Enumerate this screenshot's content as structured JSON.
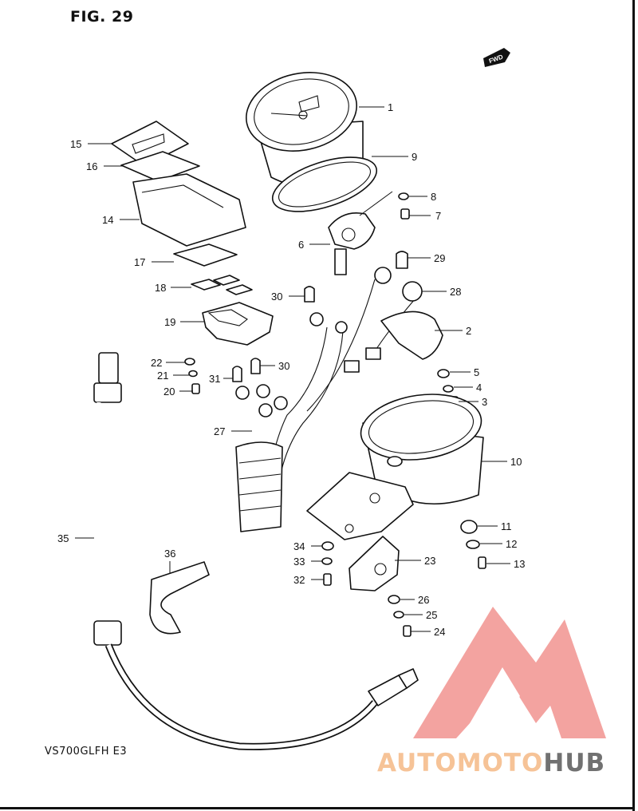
{
  "figure": {
    "title": "FIG. 29",
    "model": "VS700GLFH  E3",
    "fwd_badge": "FWD"
  },
  "parts": [
    {
      "id": "1",
      "label": "1"
    },
    {
      "id": "2",
      "label": "2"
    },
    {
      "id": "3",
      "label": "3"
    },
    {
      "id": "4",
      "label": "4"
    },
    {
      "id": "5",
      "label": "5"
    },
    {
      "id": "6",
      "label": "6"
    },
    {
      "id": "7",
      "label": "7"
    },
    {
      "id": "8",
      "label": "8"
    },
    {
      "id": "9",
      "label": "9"
    },
    {
      "id": "10",
      "label": "10"
    },
    {
      "id": "11",
      "label": "11"
    },
    {
      "id": "12",
      "label": "12"
    },
    {
      "id": "13",
      "label": "13"
    },
    {
      "id": "14",
      "label": "14"
    },
    {
      "id": "15",
      "label": "15"
    },
    {
      "id": "16",
      "label": "16"
    },
    {
      "id": "17",
      "label": "17"
    },
    {
      "id": "18",
      "label": "18"
    },
    {
      "id": "19",
      "label": "19"
    },
    {
      "id": "20",
      "label": "20"
    },
    {
      "id": "21",
      "label": "21"
    },
    {
      "id": "22",
      "label": "22"
    },
    {
      "id": "23",
      "label": "23"
    },
    {
      "id": "24",
      "label": "24"
    },
    {
      "id": "25",
      "label": "25"
    },
    {
      "id": "26",
      "label": "26"
    },
    {
      "id": "27",
      "label": "27"
    },
    {
      "id": "28",
      "label": "28"
    },
    {
      "id": "29",
      "label": "29"
    },
    {
      "id": "30a",
      "label": "30"
    },
    {
      "id": "30b",
      "label": "30"
    },
    {
      "id": "31",
      "label": "31"
    },
    {
      "id": "32",
      "label": "32"
    },
    {
      "id": "33",
      "label": "33"
    },
    {
      "id": "34",
      "label": "34"
    },
    {
      "id": "35",
      "label": "35"
    },
    {
      "id": "36",
      "label": "36"
    }
  ],
  "watermark": {
    "text_light": "AUTOMOTO",
    "text_dark": "HUB",
    "color_light": "#f4b37a",
    "color_dark": "#4a4a4a",
    "logo_color": "#f08a86"
  }
}
